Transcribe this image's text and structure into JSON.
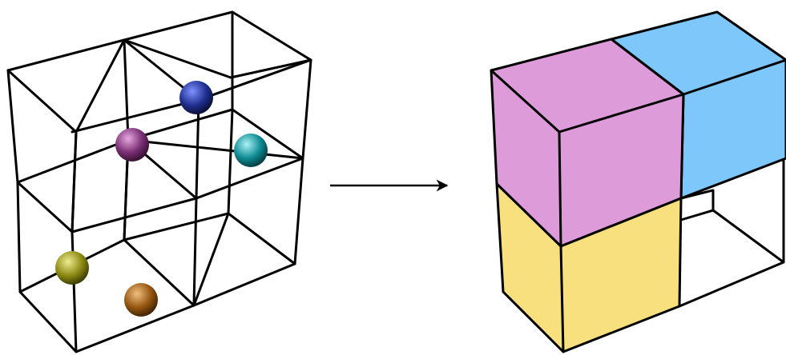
{
  "figure": {
    "left_panel": {
      "grid": "2x2x2 wireframe",
      "spheres": [
        {
          "name": "blue-sphere",
          "color": "#1e2f8f",
          "highlight": "#7f92ff"
        },
        {
          "name": "purple-sphere",
          "color": "#7a2f74",
          "highlight": "#e6a8e0"
        },
        {
          "name": "teal-sphere",
          "color": "#0f8a92",
          "highlight": "#a9f3f7"
        },
        {
          "name": "olive-sphere",
          "color": "#8c8a12",
          "highlight": "#eeec8f"
        },
        {
          "name": "orange-sphere",
          "color": "#94560f",
          "highlight": "#f2bf80"
        }
      ]
    },
    "arrow": {
      "icon": "right-arrow-icon"
    },
    "right_panel": {
      "blocks": [
        {
          "name": "pink-block",
          "color": "#dd9bda"
        },
        {
          "name": "blue-block",
          "color": "#7ec7fb"
        },
        {
          "name": "yellow-block",
          "color": "#f9e07e"
        }
      ]
    }
  }
}
